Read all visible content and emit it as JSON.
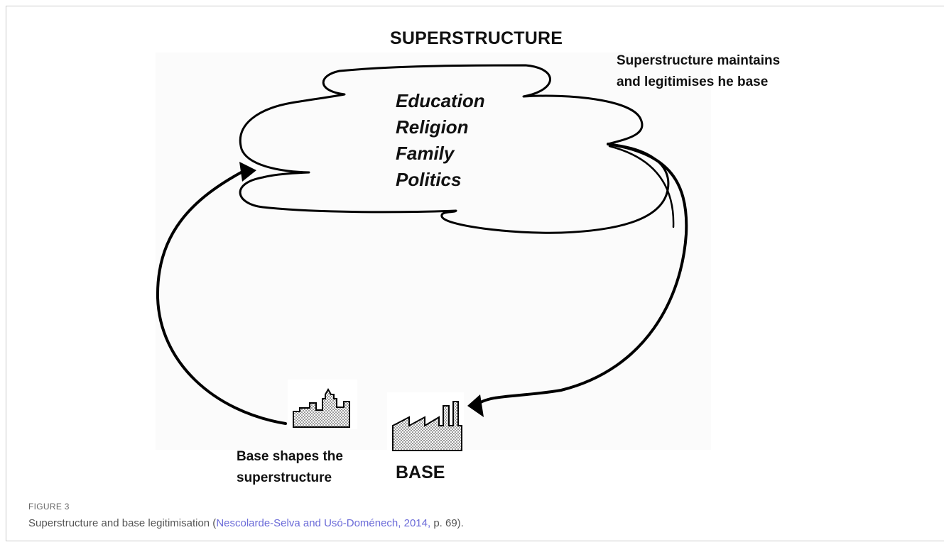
{
  "diagram": {
    "title": "SUPERSTRUCTURE",
    "institutions": [
      "Education",
      "Religion",
      "Family",
      "Politics"
    ],
    "note_top": [
      "Superstructure maintains",
      "and legitimises he base"
    ],
    "note_bottom": [
      "Base shapes the",
      "superstructure"
    ],
    "base_label": "BASE"
  },
  "figure": {
    "label": "FIGURE 3",
    "caption_before": "Superstructure and base legitimisation (",
    "citation": "Nescolarde-Selva and Usó-Doménech, 2014,",
    "caption_after": " p. 69)."
  },
  "icons": [
    "cloud-icon",
    "city-buildings-icon",
    "factory-icon"
  ],
  "colors": {
    "citation": "#6b6bd8",
    "stroke": "#000000"
  }
}
